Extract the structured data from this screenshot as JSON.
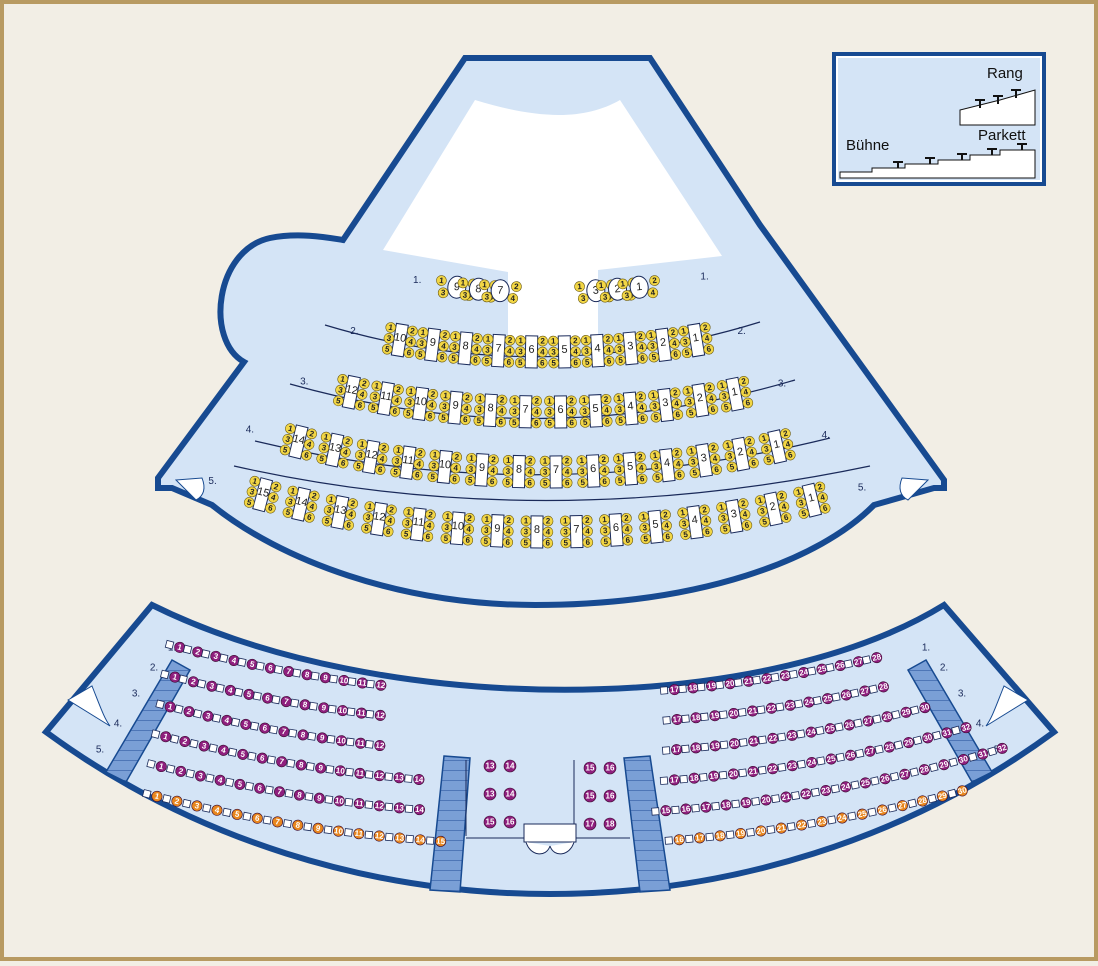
{
  "colors": {
    "frame": "#b89a62",
    "background": "#f2eee5",
    "hall_fill": "#d4e4f6",
    "hall_stroke": "#174a91",
    "stage_fill": "#ffffff",
    "seat_yellow": "#f2d645",
    "seat_purple": "#8f1f7e",
    "seat_orange": "#e8861e",
    "stairs": "#7a9fd6"
  },
  "legend": {
    "rang_label": "Rang",
    "parkett_label": "Parkett",
    "buehne_label": "Bühne"
  },
  "parkett": {
    "row_labels": [
      "1.",
      "2.",
      "3.",
      "4.",
      "5."
    ],
    "rows": [
      {
        "tables": [
          9,
          8,
          7,
          3,
          2,
          1
        ],
        "seats_per_table": 4
      },
      {
        "tables": [
          10,
          9,
          8,
          7,
          6,
          5,
          4,
          3,
          2,
          1
        ],
        "seats_per_table": 6
      },
      {
        "tables": [
          12,
          11,
          10,
          9,
          8,
          7,
          6,
          5,
          4,
          3,
          2,
          1
        ],
        "seats_per_table": 6
      },
      {
        "tables": [
          14,
          13,
          12,
          11,
          10,
          9,
          8,
          7,
          6,
          5,
          4,
          3,
          2,
          1
        ],
        "seats_per_table": 6
      },
      {
        "tables": [
          15,
          14,
          13,
          12,
          11,
          10,
          9,
          8,
          7,
          6,
          5,
          4,
          3,
          2,
          1
        ],
        "seats_per_table": 6
      }
    ]
  },
  "rang": {
    "row_labels": [
      "1.",
      "2.",
      "3.",
      "4.",
      "5."
    ],
    "left_block": [
      {
        "seats": [
          1,
          2,
          3,
          4,
          5,
          6,
          7,
          8,
          9,
          10,
          11,
          12
        ],
        "color": "purple"
      },
      {
        "seats": [
          1,
          2,
          3,
          4,
          5,
          6,
          7,
          8,
          9,
          10,
          11,
          12
        ],
        "color": "purple"
      },
      {
        "seats": [
          1,
          2,
          3,
          4,
          5,
          6,
          7,
          8,
          9,
          10,
          11,
          12
        ],
        "color": "purple"
      },
      {
        "seats": [
          1,
          2,
          3,
          4,
          5,
          6,
          7,
          8,
          9,
          10,
          11,
          12,
          13,
          14
        ],
        "color": "purple"
      },
      {
        "seats": [
          1,
          2,
          3,
          4,
          5,
          6,
          7,
          8,
          9,
          10,
          11,
          12,
          13,
          14
        ],
        "color": "purple"
      },
      {
        "seats": [
          1,
          2,
          3,
          4,
          5,
          6,
          7,
          8,
          9,
          10,
          11,
          12,
          13,
          14,
          15
        ],
        "color": "orange"
      }
    ],
    "center_left": [
      [
        13,
        14
      ],
      [
        13,
        14
      ],
      [
        15,
        16
      ]
    ],
    "center_right": [
      [
        15,
        16
      ],
      [
        15,
        16
      ],
      [
        17,
        18
      ]
    ],
    "right_block": [
      {
        "seats": [
          17,
          18,
          19,
          20,
          21,
          22,
          23,
          24,
          25,
          26,
          27,
          28
        ],
        "color": "purple"
      },
      {
        "seats": [
          17,
          18,
          19,
          20,
          21,
          22,
          23,
          24,
          25,
          26,
          27,
          28
        ],
        "color": "purple"
      },
      {
        "seats": [
          17,
          18,
          19,
          20,
          21,
          22,
          23,
          24,
          25,
          26,
          27,
          28,
          29,
          30
        ],
        "color": "purple"
      },
      {
        "seats": [
          17,
          18,
          19,
          20,
          21,
          22,
          23,
          24,
          25,
          26,
          27,
          28,
          29,
          30,
          31,
          32
        ],
        "color": "purple"
      },
      {
        "seats": [
          15,
          16,
          17,
          18,
          19,
          20,
          21,
          22,
          23,
          24,
          25,
          26,
          27,
          28,
          29,
          30,
          31,
          32
        ],
        "color": "purple"
      },
      {
        "seats": [
          16,
          17,
          18,
          19,
          20,
          21,
          22,
          23,
          24,
          25,
          26,
          27,
          28,
          29,
          30
        ],
        "color": "orange"
      }
    ]
  }
}
